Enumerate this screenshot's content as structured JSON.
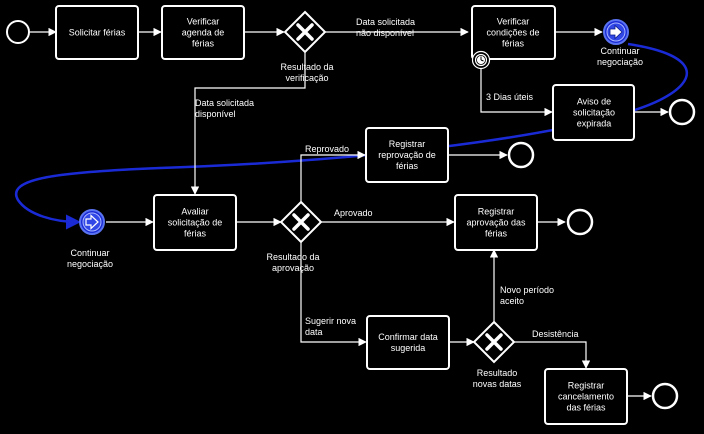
{
  "tasks": {
    "solicitar": [
      "Solicitar férias"
    ],
    "verificar_agenda": [
      "Verificar",
      "agenda de",
      "férias"
    ],
    "verificar_cond": [
      "Verificar",
      "condições de",
      "férias"
    ],
    "aviso": [
      "Aviso de",
      "solicitação",
      "expirada"
    ],
    "registrar_reprov": [
      "Registrar",
      "reprovação de",
      "férias"
    ],
    "avaliar": [
      "Avaliar",
      "solicitação de",
      "férias"
    ],
    "registrar_aprov": [
      "Registrar",
      "aprovação das",
      "férias"
    ],
    "confirmar": [
      "Confirmar data",
      "sugerida"
    ],
    "registrar_cancel": [
      "Registrar",
      "cancelamento",
      "das férias"
    ]
  },
  "gateways": {
    "verificacao": [
      "Resultado da",
      "verificação"
    ],
    "aprovacao": [
      "Resultado da",
      "aprovação"
    ],
    "novas_datas": [
      "Resultado",
      "novas datas"
    ]
  },
  "events": {
    "continuar_top": [
      "Continuar",
      "negociação"
    ],
    "continuar_left": [
      "Continuar",
      "negociação"
    ]
  },
  "flows": {
    "nao_disponivel": [
      "Data solicitada",
      "não disponível"
    ],
    "disponivel": [
      "Data solicitada",
      "disponível"
    ],
    "tres_dias": [
      "3 Dias úteis"
    ],
    "reprovado": [
      "Reprovado"
    ],
    "aprovado": [
      "Aprovado"
    ],
    "sugerir": [
      "Sugerir nova",
      "data"
    ],
    "novo_periodo": [
      "Novo período",
      "aceito"
    ],
    "desistencia": [
      "Desistência"
    ]
  },
  "colors": {
    "background": "#000000",
    "line": "#ffffff",
    "link_event": "#1a2bd6",
    "link_event_fill": "#5a73f0"
  },
  "icons": [
    "start-event-icon",
    "end-event-icon",
    "exclusive-gateway-icon",
    "timer-icon",
    "link-event-icon"
  ]
}
